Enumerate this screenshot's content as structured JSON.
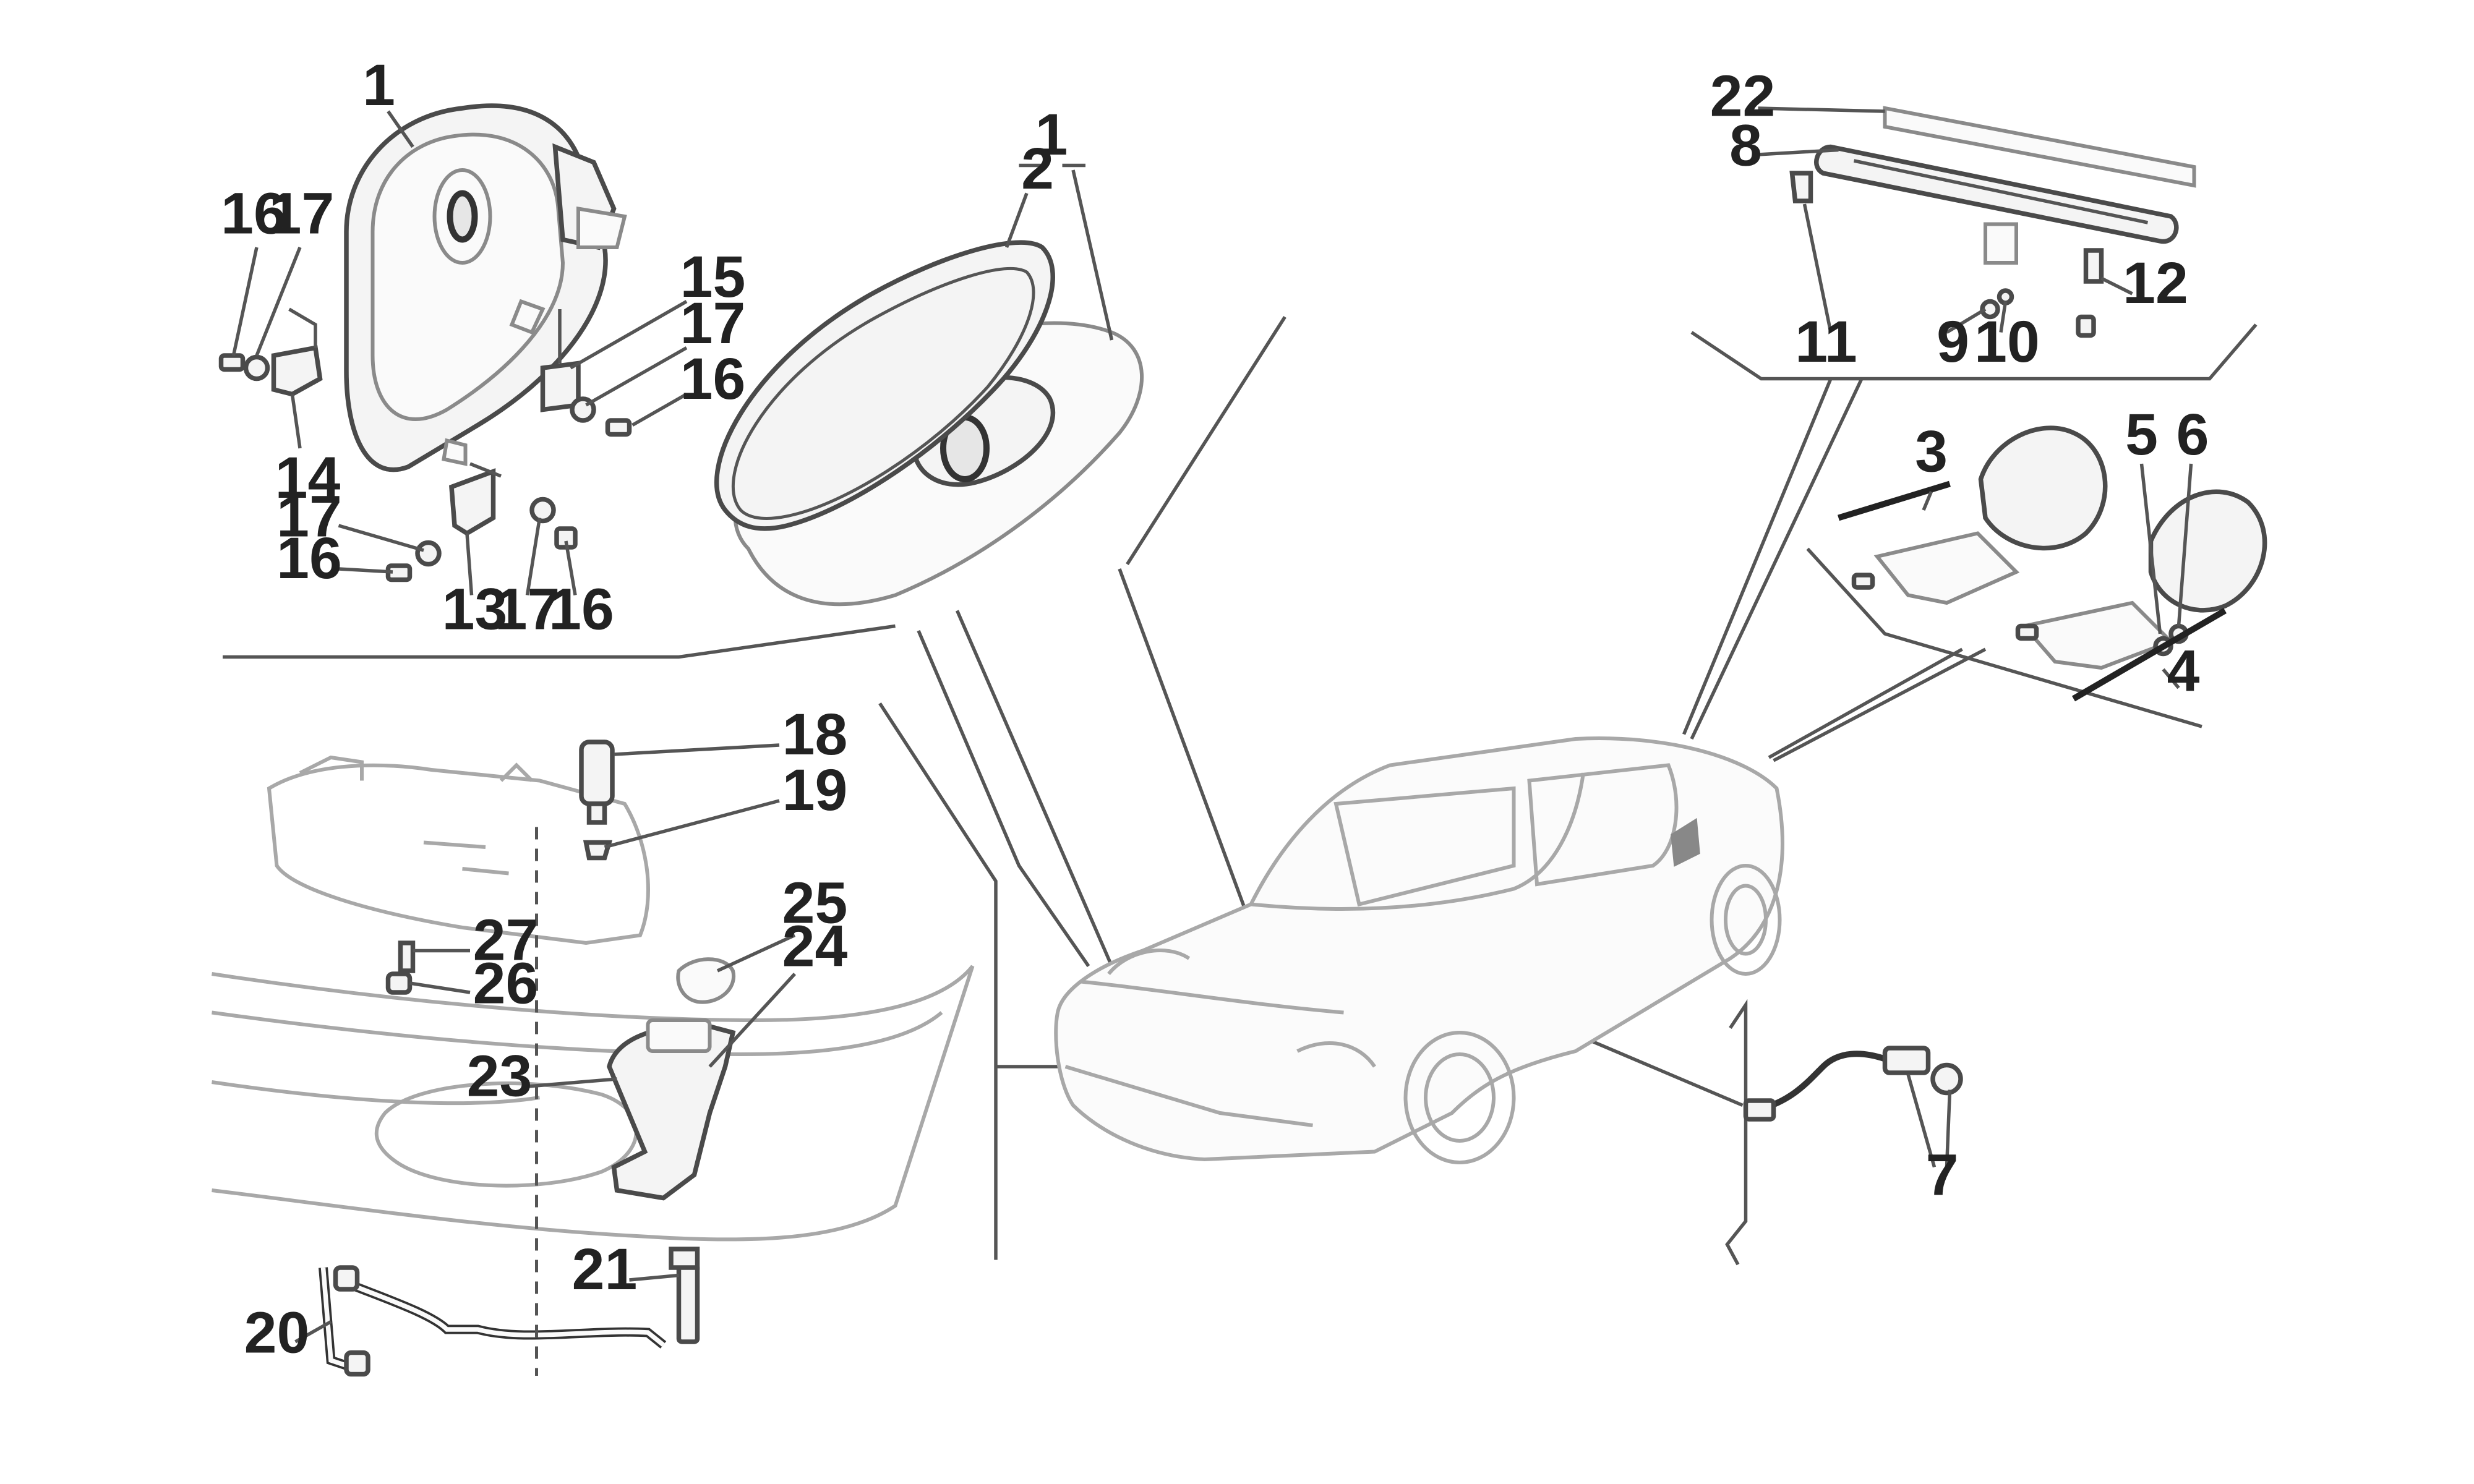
{
  "callouts": [
    {
      "id": "c1a",
      "text": "1"
    },
    {
      "id": "c1b",
      "text": "1"
    },
    {
      "id": "c2",
      "text": "2"
    },
    {
      "id": "c3",
      "text": "3"
    },
    {
      "id": "c4",
      "text": "4"
    },
    {
      "id": "c5",
      "text": "5"
    },
    {
      "id": "c6",
      "text": "6"
    },
    {
      "id": "c7",
      "text": "7"
    },
    {
      "id": "c8",
      "text": "8"
    },
    {
      "id": "c9",
      "text": "9"
    },
    {
      "id": "c10",
      "text": "10"
    },
    {
      "id": "c11",
      "text": "11"
    },
    {
      "id": "c12",
      "text": "12"
    },
    {
      "id": "c13",
      "text": "13"
    },
    {
      "id": "c14",
      "text": "14"
    },
    {
      "id": "c15",
      "text": "15"
    },
    {
      "id": "c16a",
      "text": "16"
    },
    {
      "id": "c16b",
      "text": "16"
    },
    {
      "id": "c16c",
      "text": "16"
    },
    {
      "id": "c16d",
      "text": "16"
    },
    {
      "id": "c17a",
      "text": "17"
    },
    {
      "id": "c17b",
      "text": "17"
    },
    {
      "id": "c17c",
      "text": "17"
    },
    {
      "id": "c17d",
      "text": "17"
    },
    {
      "id": "c18",
      "text": "18"
    },
    {
      "id": "c19",
      "text": "19"
    },
    {
      "id": "c20",
      "text": "20"
    },
    {
      "id": "c21",
      "text": "21"
    },
    {
      "id": "c22",
      "text": "22"
    },
    {
      "id": "c23",
      "text": "23"
    },
    {
      "id": "c24",
      "text": "24"
    },
    {
      "id": "c25",
      "text": "25"
    },
    {
      "id": "c26",
      "text": "26"
    },
    {
      "id": "c27",
      "text": "27"
    }
  ]
}
